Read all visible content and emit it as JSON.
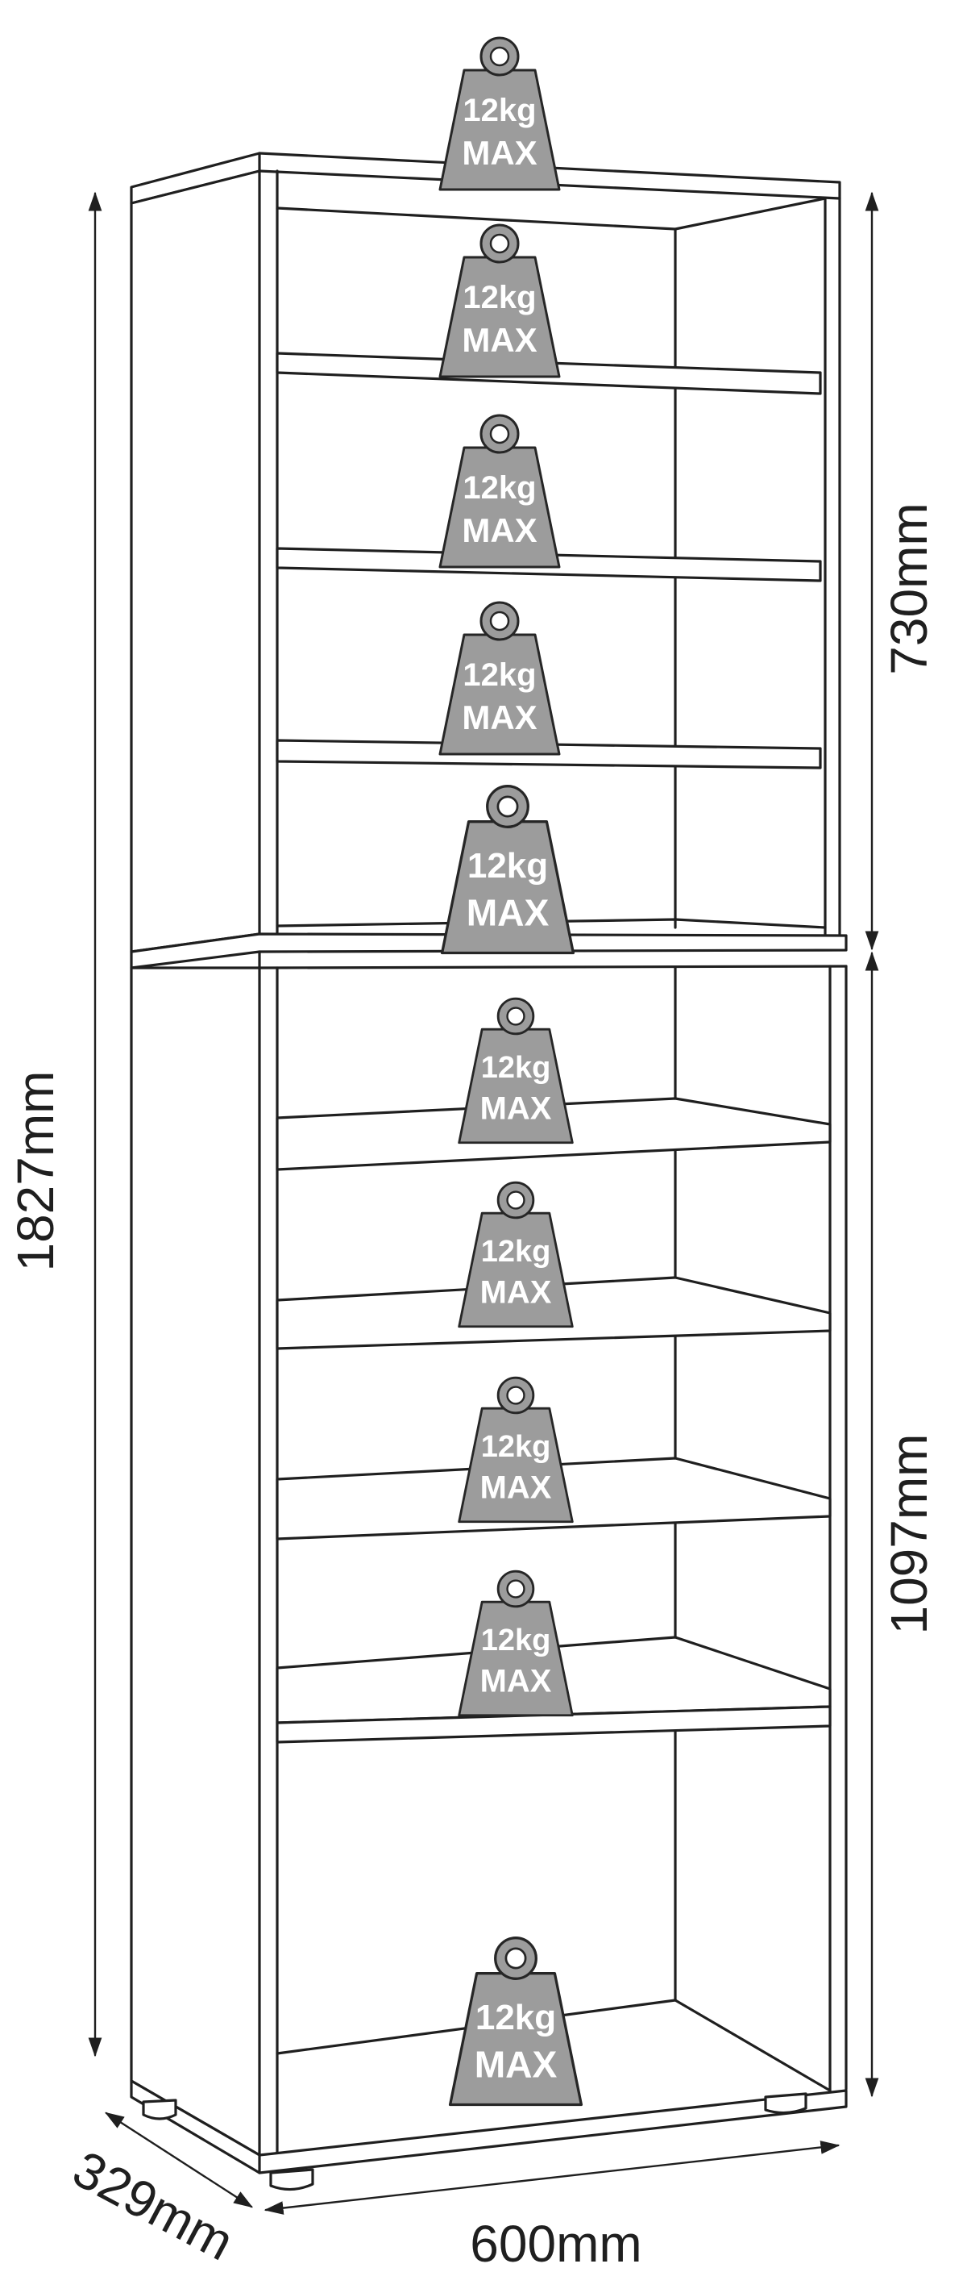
{
  "dimensions": {
    "total_height": "1827mm",
    "upper_section_height": "730mm",
    "lower_section_height": "1097mm",
    "width": "600mm",
    "depth": "329mm"
  },
  "weight_label": {
    "line1": "12kg",
    "line2": "MAX"
  },
  "colors": {
    "weight_fill": "#9c9c9c",
    "outline": "#1f1f1f"
  }
}
